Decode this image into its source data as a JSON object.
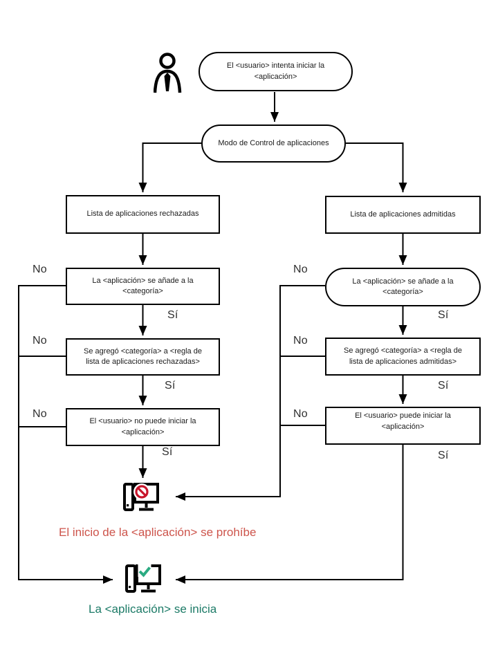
{
  "nodes": {
    "start": {
      "label": "El <usuario> intenta iniciar la <aplicación>"
    },
    "mode": {
      "label": "Modo de Control de aplicaciones"
    },
    "denylist": {
      "label": "Lista de aplicaciones rechazadas"
    },
    "allowlist": {
      "label": "Lista de aplicaciones admitidas"
    },
    "deny_category": {
      "label": "La <aplicación> se añade a la <categoría>"
    },
    "allow_category": {
      "label": "La <aplicación> se añade a la <categoría>"
    },
    "deny_rule": {
      "label": "Se agregó <categoría> a <regla de lista de aplicaciones rechazadas>"
    },
    "allow_rule": {
      "label": "Se agregó <categoría> a <regla de lista de aplicaciones admitidas>"
    },
    "deny_result": {
      "label": "El <usuario> no puede iniciar la <aplicación>"
    },
    "allow_result": {
      "label": "El <usuario> puede iniciar la <aplicación>"
    }
  },
  "edge_labels": {
    "no": "No",
    "yes": "Sí"
  },
  "outcomes": {
    "blocked": {
      "label": "El inicio de la <aplicación> se prohíbe",
      "color": "#cd544b"
    },
    "started": {
      "label": "La <aplicación> se inicia",
      "color": "#1b7a66"
    }
  },
  "icons": {
    "user": "person-silhouette",
    "blocked": "computer-with-prohibition-sign",
    "started": "computer-with-checkmark"
  },
  "colors": {
    "line": "#000000",
    "prohibition_red": "#c8152b",
    "check_green": "#2bab82",
    "blocked_text": "#cd544b",
    "started_text": "#1b7a66"
  }
}
